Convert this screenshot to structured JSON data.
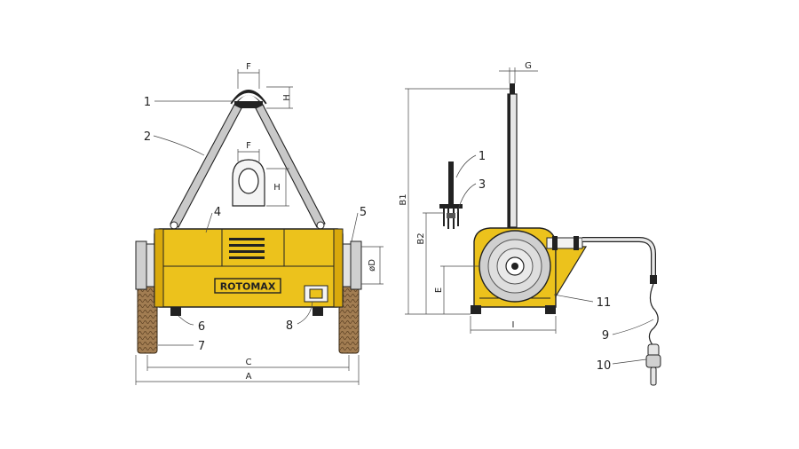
{
  "brand": "ROTOMAX",
  "callouts": {
    "c1": "1",
    "c2": "2",
    "c3": "3",
    "c4": "4",
    "c5": "5",
    "c6": "6",
    "c7": "7",
    "c8": "8",
    "c9": "9",
    "c10": "10",
    "c11": "11",
    "c1b": "1"
  },
  "dimensions": {
    "F_top": "F",
    "H_top": "H",
    "F_mid": "F",
    "H_mid": "H",
    "D": "øD",
    "C": "C",
    "A": "A",
    "G": "G",
    "B1": "B1",
    "B2": "B2",
    "E": "E",
    "I": "I"
  },
  "colors": {
    "body": "#ecc21c",
    "body_shade": "#d9a90c",
    "outline": "#222222",
    "brush": "#8a6a43",
    "metal": "#dcdcdc"
  }
}
